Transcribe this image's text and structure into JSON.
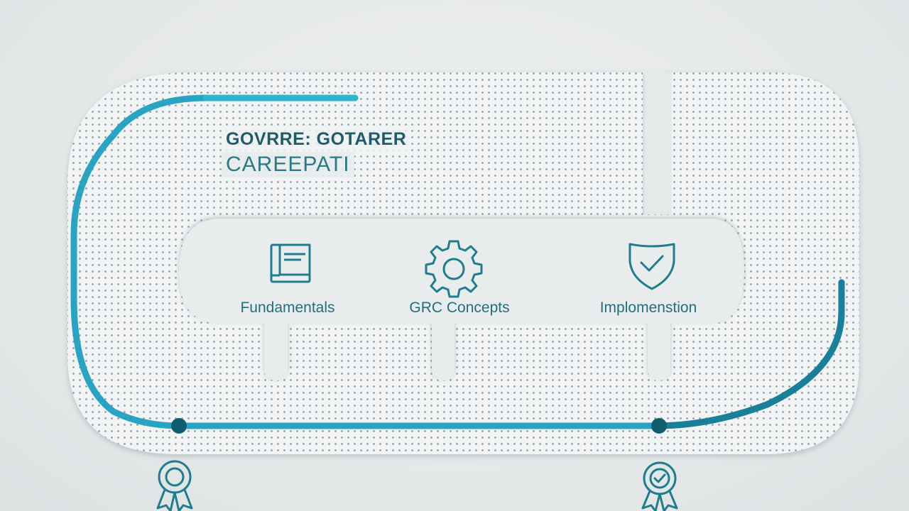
{
  "title": {
    "line1": "GOVRRE: GOTARER",
    "line2": "CAREEPATI"
  },
  "stages": [
    {
      "label": "Fundamentals",
      "icon": "book-icon"
    },
    {
      "label": "GRC Concepts",
      "icon": "gear-icon"
    },
    {
      "label": "Implomenstion",
      "icon": "shield-check-icon"
    }
  ],
  "milestones": [
    {
      "icon": "award-ribbon-icon"
    },
    {
      "icon": "award-ribbon-check-icon"
    }
  ],
  "colors": {
    "accent": "#1e9fc0",
    "icon": "#1e7e8e",
    "text_dark": "#1f5b68"
  }
}
